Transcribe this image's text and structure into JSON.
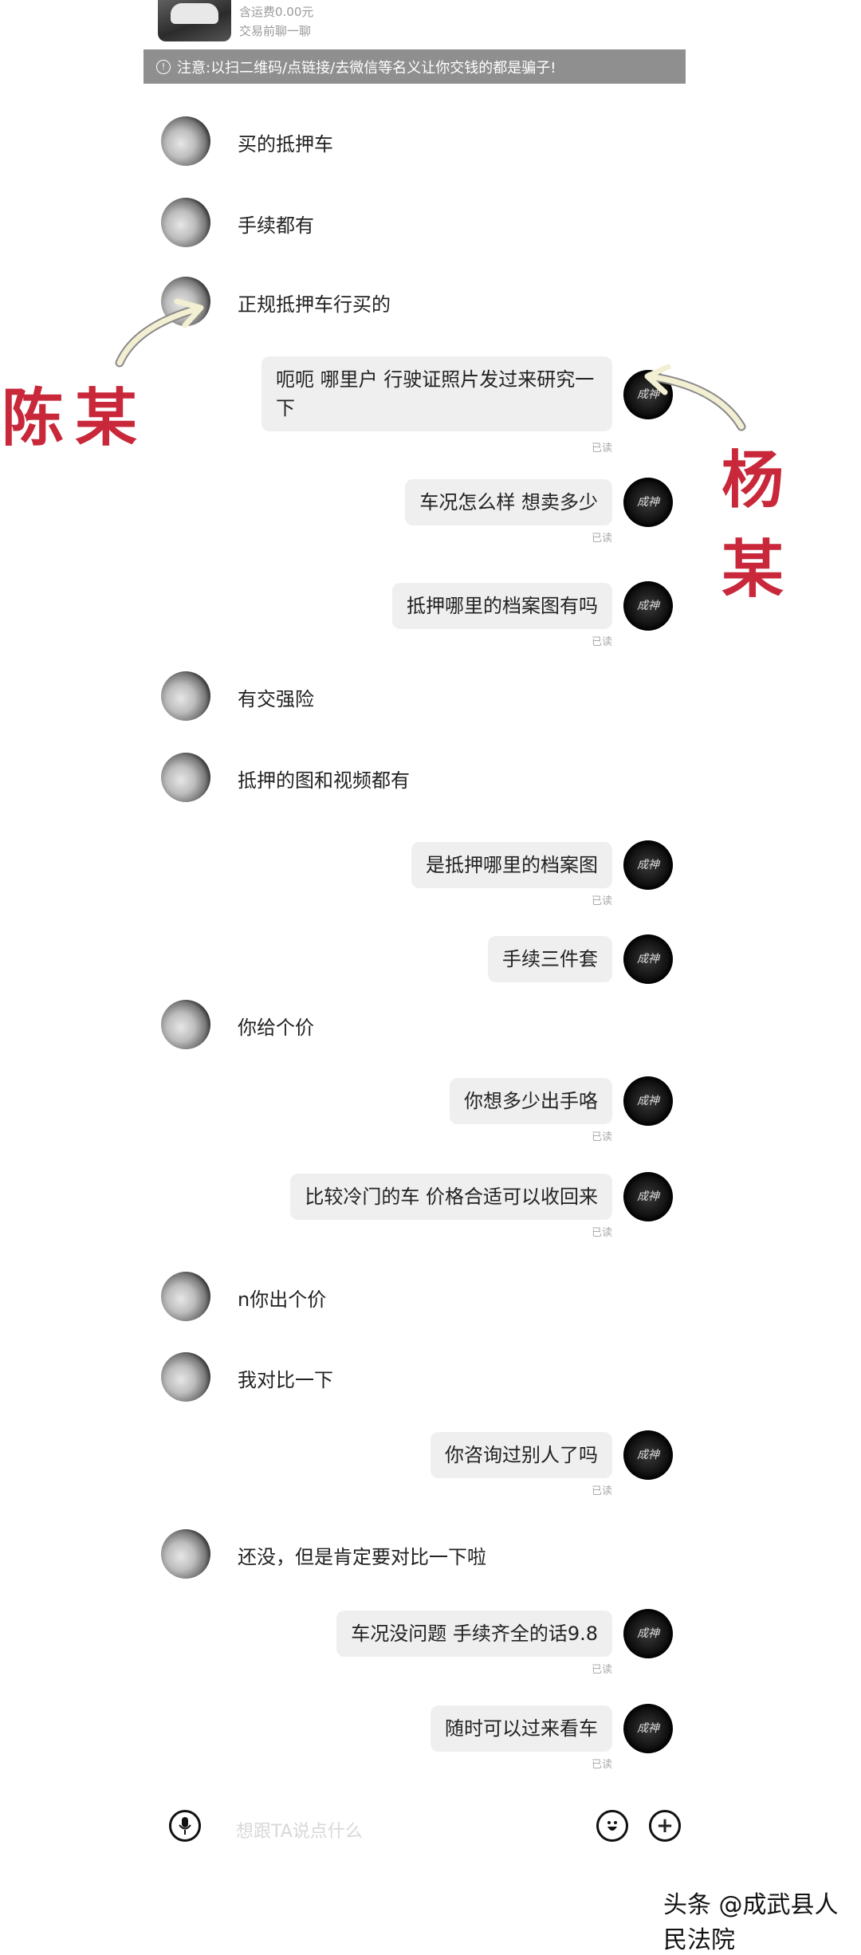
{
  "product": {
    "shipping": "含运费0.00元",
    "hint": "交易前聊一聊"
  },
  "warning": {
    "icon": "info-circle-icon",
    "text": "注意:以扫二维码/点链接/去微信等名义让你交钱的都是骗子!"
  },
  "annotations": {
    "left_label": "陈某",
    "right_label": "杨某",
    "label_color": "#c8283a"
  },
  "right_avatar_text": "成神",
  "messages": [
    {
      "side": "left",
      "text": "买的抵押车"
    },
    {
      "side": "left",
      "text": "手续都有"
    },
    {
      "side": "left",
      "text": "正规抵押车行买的"
    },
    {
      "side": "right",
      "text": "呃呃 哪里户 行驶证照片发过来研究一下",
      "status": "已读"
    },
    {
      "side": "right",
      "text": "车况怎么样 想卖多少",
      "status": "已读"
    },
    {
      "side": "right",
      "text": "抵押哪里的档案图有吗",
      "status": "已读"
    },
    {
      "side": "left",
      "text": "有交强险"
    },
    {
      "side": "left",
      "text": "抵押的图和视频都有"
    },
    {
      "side": "right",
      "text": "是抵押哪里的档案图",
      "status": "已读"
    },
    {
      "side": "right",
      "text": "手续三件套"
    },
    {
      "side": "left",
      "text": "你给个价"
    },
    {
      "side": "right",
      "text": "你想多少出手咯",
      "status": "已读"
    },
    {
      "side": "right",
      "text": "比较冷门的车 价格合适可以收回来",
      "status": "已读"
    },
    {
      "side": "left",
      "text": "n你出个价"
    },
    {
      "side": "left",
      "text": "我对比一下"
    },
    {
      "side": "right",
      "text": "你咨询过别人了吗",
      "status": "已读"
    },
    {
      "side": "left",
      "text": "还没，但是肯定要对比一下啦"
    },
    {
      "side": "right",
      "text": "车况没问题 手续齐全的话9.8",
      "status": "已读"
    },
    {
      "side": "right",
      "text": "随时可以过来看车",
      "status": "已读"
    }
  ],
  "input": {
    "placeholder": "想跟TA说点什么",
    "voice_icon": "microphone-icon",
    "emoji_icon": "emoji-icon",
    "more_icon": "plus-icon"
  },
  "watermark": "头条 @成武县人民法院"
}
